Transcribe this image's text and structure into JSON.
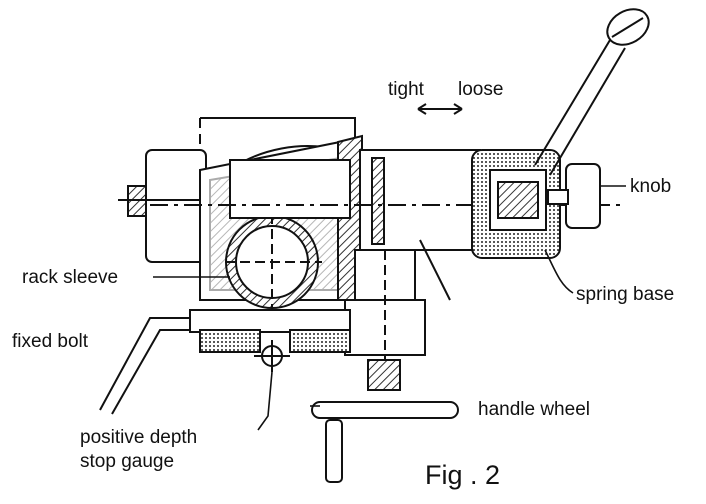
{
  "labels": {
    "tight": "tight",
    "loose": "loose",
    "knob": "knob",
    "rack_sleeve": "rack sleeve",
    "spring_base": "spring base",
    "fixed_bolt": "fixed bolt",
    "handle_wheel": "handle wheel",
    "positive_depth_line1": "positive depth",
    "positive_depth_line2": "stop gauge"
  },
  "caption": "Fig . 2",
  "colors": {
    "ink": "#111111",
    "paper": "#ffffff",
    "hatch": "#555555"
  }
}
